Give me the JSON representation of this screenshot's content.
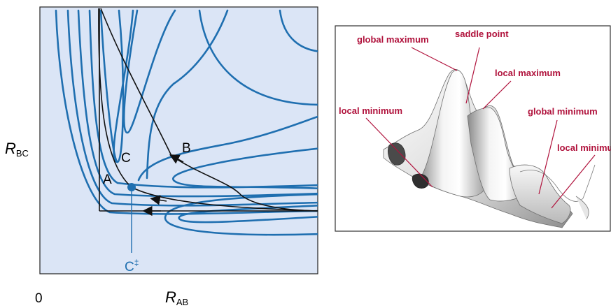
{
  "contour_plot": {
    "origin_label": "0",
    "x_axis": {
      "symbol": "R",
      "subscript": "AB"
    },
    "y_axis": {
      "symbol": "R",
      "subscript": "BC"
    },
    "region_labels": {
      "a": "A",
      "b": "B",
      "c": "C"
    },
    "transition_state": {
      "symbol": "C",
      "superscript": "‡"
    },
    "colors": {
      "background": "#dbe5f6",
      "contours": "#1f6fb0",
      "paths": "#111111",
      "transition_point": "#1f6fb0"
    }
  },
  "energy_surface": {
    "callouts": {
      "global_maximum": "global maximum",
      "saddle_point": "saddle point",
      "local_maximum": "local maximum",
      "local_minimum_left": "local minimum",
      "global_minimum": "global minimum",
      "local_minimum_right": "local minimum"
    },
    "colors": {
      "label": "#b0123c",
      "leader": "#b0123c",
      "frame": "#333333"
    }
  }
}
